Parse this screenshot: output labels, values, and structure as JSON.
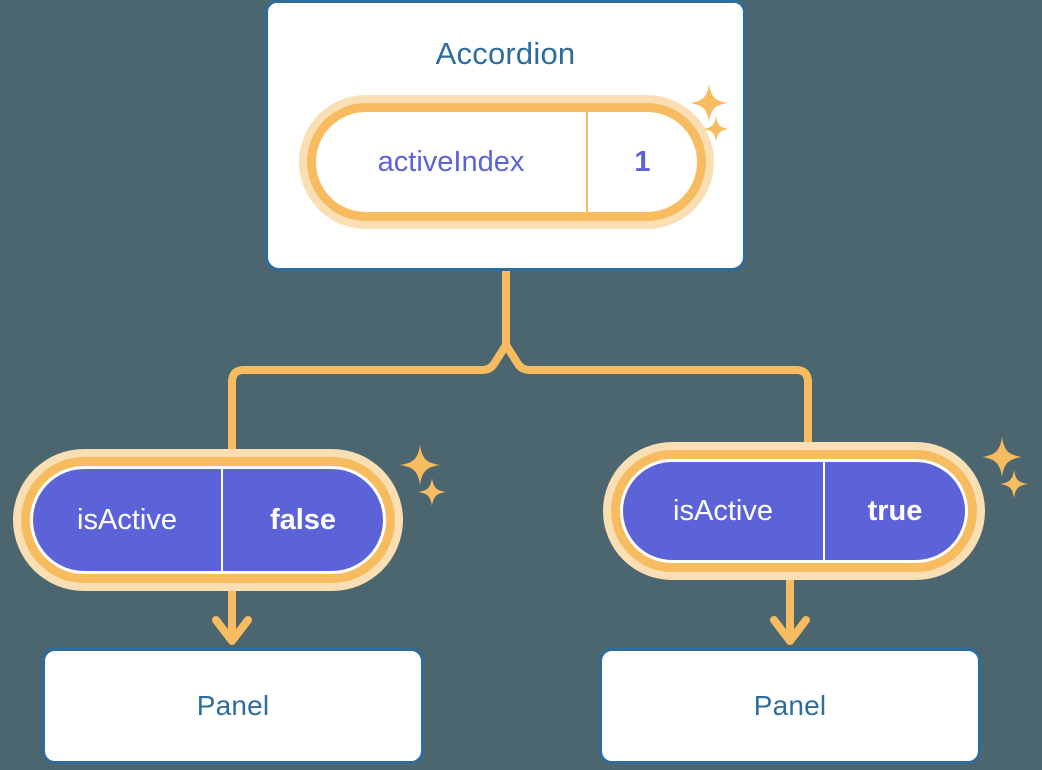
{
  "background_color": "#4c6670",
  "colors": {
    "card_border": "#2e6c9e",
    "card_title_text": "#2e6c9e",
    "card_background": "#ffffff",
    "accent_orange": "#f8bc60",
    "accent_orange_halo": "#fbdfb4",
    "state_purple": "#5c63d8",
    "pill_text_on_purple": "#ffffff"
  },
  "diagram": {
    "root": {
      "title": "Accordion",
      "state": {
        "key": "activeIndex",
        "value": "1"
      }
    },
    "branches": [
      {
        "state": {
          "key": "isActive",
          "value": "false"
        },
        "child": {
          "title": "Panel"
        }
      },
      {
        "state": {
          "key": "isActive",
          "value": "true"
        },
        "child": {
          "title": "Panel"
        }
      }
    ]
  },
  "icons": {
    "sparkle_large": "sparkle-icon",
    "sparkle_small": "sparkle-small-icon",
    "arrow_down": "arrow-down-icon"
  }
}
